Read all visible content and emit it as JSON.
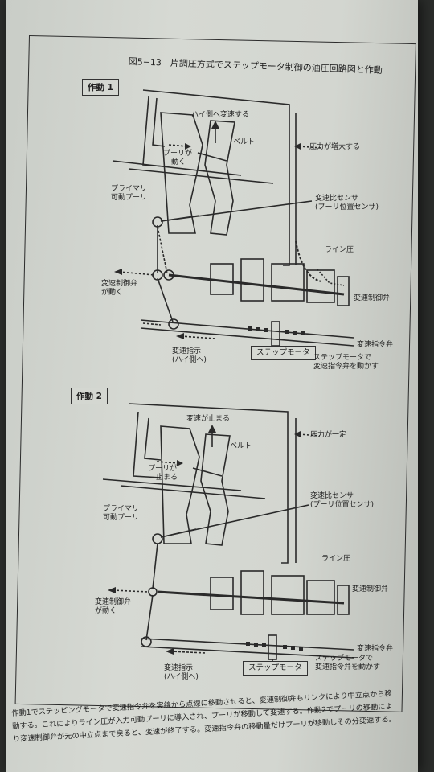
{
  "figure": {
    "title": "図5−13　片調圧方式でステップモータ制御の油圧回路図と作動"
  },
  "op1": {
    "label": "作動 1",
    "shift_high": "ハイ側へ変速する",
    "belt": "ベルト",
    "pulley_moves_1": "プーリが",
    "pulley_moves_2": "動く",
    "pressure_increase": "圧力が増大する",
    "primary_1": "プライマリ",
    "primary_2": "可動プーリ",
    "sensor_1": "変速比センサ",
    "sensor_2": "(プーリ位置センサ)",
    "line_pressure": "ライン圧",
    "valve_moves_1": "変速制御弁",
    "valve_moves_2": "が動く",
    "control_valve": "変速制御弁",
    "command_valve": "変速指令弁",
    "instruction_1": "変速指示",
    "instruction_2": "(ハイ側へ)",
    "step_motor": "ステップモータ",
    "motor_moves_1": "ステップモータで",
    "motor_moves_2": "変速指令弁を動かす"
  },
  "op2": {
    "label": "作動 2",
    "shift_stop": "変速が止まる",
    "belt": "ベルト",
    "pulley_stops_1": "プーリが",
    "pulley_stops_2": "止まる",
    "pressure_constant": "圧力が一定",
    "primary_1": "プライマリ",
    "primary_2": "可動プーリ",
    "sensor_1": "変速比センサ",
    "sensor_2": "(プーリ位置センサ)",
    "line_pressure": "ライン圧",
    "valve_moves_1": "変速制御弁",
    "valve_moves_2": "が動く",
    "control_valve": "変速制御弁",
    "command_valve": "変速指令弁",
    "instruction_1": "変速指示",
    "instruction_2": "(ハイ側へ)",
    "step_motor": "ステップモータ",
    "motor_moves_1": "ステップモータで",
    "motor_moves_2": "変速指令弁を動かす"
  },
  "caption": {
    "line1": "作動1でステッピングモータで変速指令弁を実線から点線に移動させると、変速制御弁もリンクにより中立点から移",
    "line2": "動する。これによりライン圧が入力可動プーリに導入され、プーリが移動して変速する。作動2でプーリの移動によ",
    "line3": "り変速制御弁が元の中立点まで戻ると、変速が終了する。変速指令弁の移動量だけプーリが移動しその分変速する。"
  }
}
